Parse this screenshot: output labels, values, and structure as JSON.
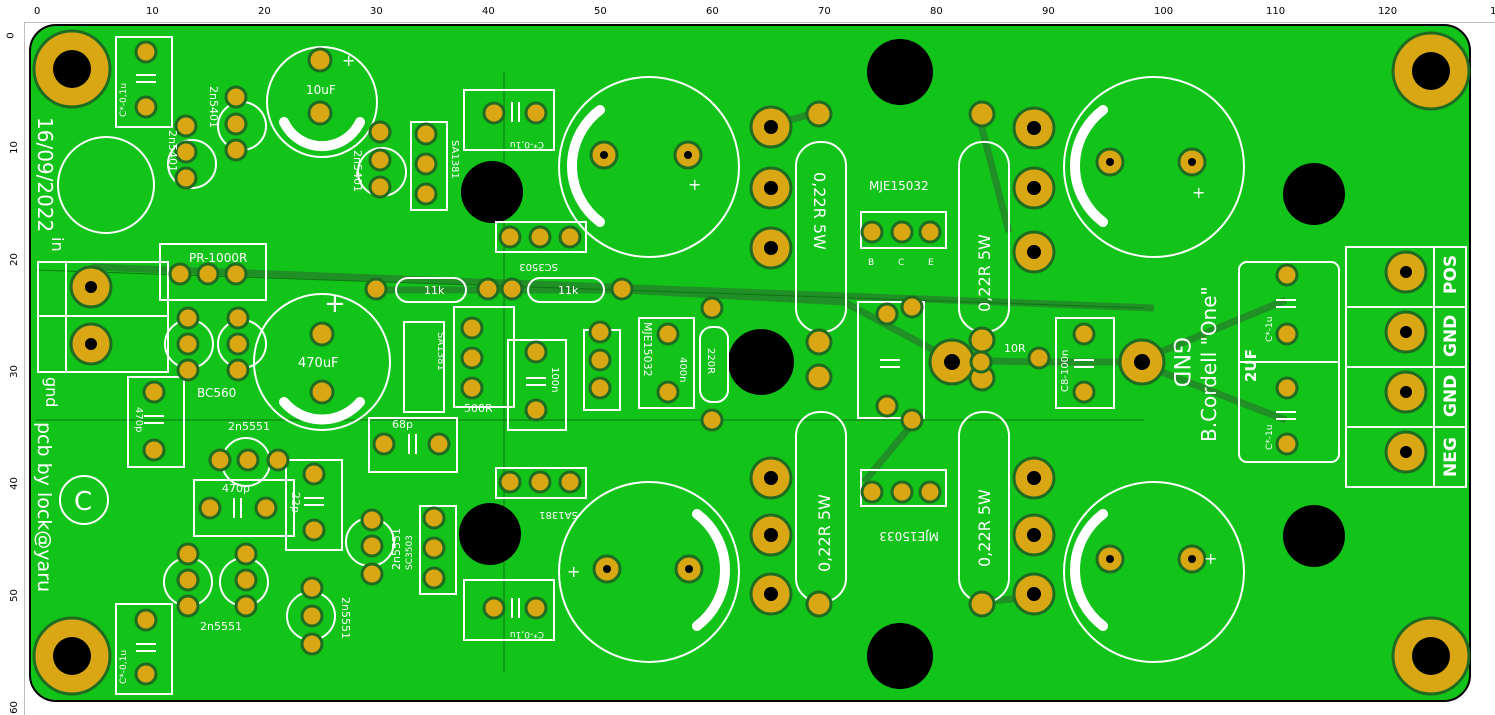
{
  "ruler": {
    "unit": "mm",
    "x_labels": [
      "0",
      "10",
      "20",
      "30",
      "40",
      "50",
      "60",
      "70",
      "80",
      "90",
      "100",
      "110",
      "120",
      "1"
    ],
    "y_labels": [
      "0",
      "10",
      "20",
      "30",
      "40",
      "50",
      "60"
    ]
  },
  "colors": {
    "board": "#12c41a",
    "copper_trace": "#1f8f26",
    "pad": "#d8a713",
    "pad_ring": "#1f6b21",
    "silk": "#ffffff",
    "hole": "#000000"
  },
  "labels": {
    "date": "16/09/2022",
    "in": "in",
    "gnd_left": "gnd",
    "credit": "pcb by lock@yaru",
    "copyright": "C",
    "author": "B.Cordell \"One\"",
    "gnd_big": "GND",
    "cap_2uf": "2UF",
    "term_pos": "POS",
    "term_gnd1": "GND",
    "term_gnd2": "GND",
    "term_neg": "NEG",
    "cap_10uf": "10uF",
    "cap_470uf": "470uF",
    "pot": "PR-1000R",
    "r11k_a": "11k",
    "r11k_b": "11k",
    "sc3503_top": "SC3503",
    "sa1381_top": "SA1381",
    "sa1381_mid": "SA1381",
    "sa1381_bot": "SA1381",
    "res_500r": "500R",
    "cap_100n": "100n",
    "mje15032_mid": "MJE15032",
    "mje15032_top": "MJE15032",
    "mje15033": "MJE15033",
    "r220": "220R",
    "cap_400n": "400n",
    "r022_1": "0,22R 5W",
    "r022_2": "0,22R 5W",
    "r022_3": "0,22R 5W",
    "r022_4": "0,22R 5W",
    "r10": "10R",
    "c8": "C8-100n",
    "bc560": "BC560",
    "t2n5401_a": "2n5401",
    "t2n5401_b": "2n5401",
    "t2n5401_c": "2n5401",
    "t2n5551_a": "2n5551",
    "t2n5551_b": "2n5551",
    "t2n5551_c": "2n5551",
    "t2n5551_d": "2n5551",
    "sc3503_bot": "SC3503",
    "cap_470p_a": "470p",
    "cap_470p_b": "470p",
    "cap_22p": "22p",
    "cap_68p": "68p",
    "cap_c01_a": "C*-0,1u",
    "cap_c01_b": "C*-0,1u",
    "cap_c01_c": "C*-0,1u",
    "cap_c01_d": "C*-0,1u",
    "cap_c1u_a": "C*-1u",
    "cap_c1u_b": "C*-1u",
    "plus": "+",
    "pin_b": "B",
    "pin_c": "C",
    "pin_e": "E"
  }
}
